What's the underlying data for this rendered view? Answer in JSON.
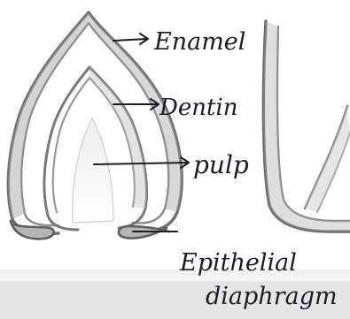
{
  "labels": {
    "enamel": "Enamel",
    "dentin": "Dentin",
    "pulp": "pulp",
    "epithelial_line1": "Epithelial",
    "epithelial_line2": "diaphragm"
  },
  "colors": {
    "paper": "#ffffff",
    "ink": "#1c1c24",
    "pencil_dark": "#707070",
    "pencil_mid": "#9c9c9c",
    "pencil_light": "#d8d8d8",
    "bottom_band": "#d9d9d9"
  }
}
